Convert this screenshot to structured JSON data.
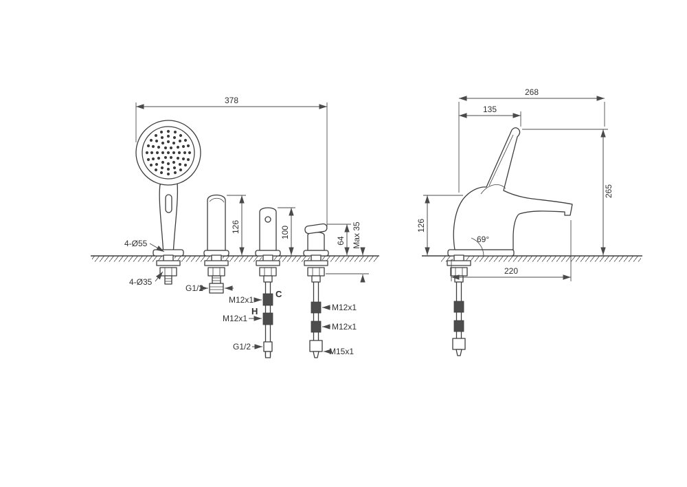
{
  "left_view": {
    "dims": {
      "width_378": "378",
      "height_126": "126",
      "height_100": "100",
      "height_64": "64",
      "deck_max": "Max 35"
    },
    "labels": {
      "holes_55": "4-Ø55",
      "holes_35": "4-Ø35",
      "g12_top": "G1/2",
      "cold": "C",
      "m12_cold": "M12x1",
      "hot": "H",
      "m12_hot": "M12x1",
      "g12_bottom": "G1/2",
      "m12_right_1": "M12x1",
      "m12_right_2": "M12x1",
      "m15": "M15x1"
    }
  },
  "right_view": {
    "dims": {
      "depth_268": "268",
      "depth_135": "135",
      "height_265": "265",
      "height_126": "126",
      "reach_220": "220",
      "angle_69": "69°"
    }
  }
}
